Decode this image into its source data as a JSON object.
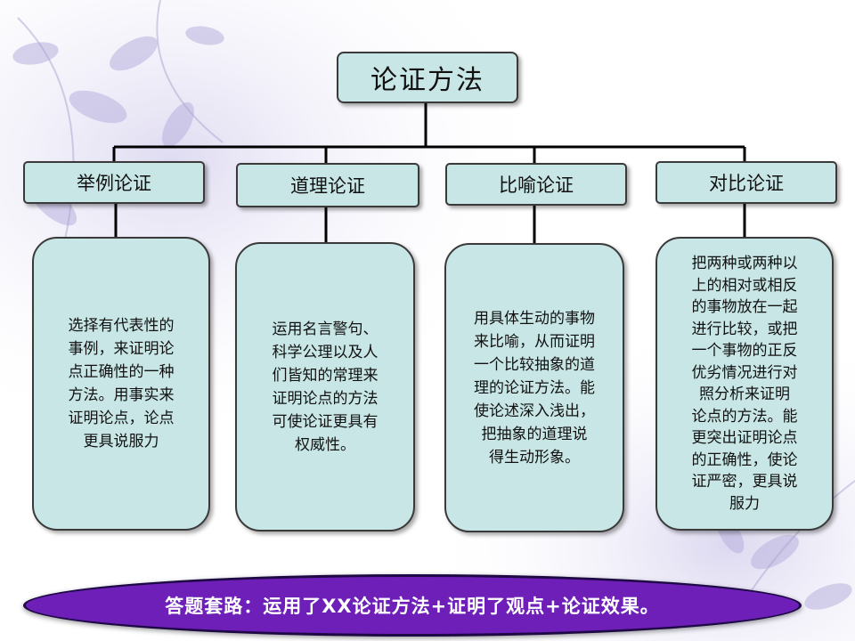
{
  "diagram": {
    "root": "论证方法",
    "categories": [
      {
        "label": "举例论证",
        "description": "选择有代表性的\n事例，来证明论\n点正确性的一种\n方法。用事实来\n证明论点，论点\n更具说服力"
      },
      {
        "label": "道理论证",
        "description": "运用名言警句、\n科学公理以及人\n们皆知的常理来\n证明论点的方法\n可使论证更具有\n权威性。"
      },
      {
        "label": "比喻论证",
        "description": "用具体生动的事物\n来比喻，从而证明\n一个比较抽象的道\n理的论证方法。能\n使论述深入浅出，\n把抽象的道理说\n得生动形象。"
      },
      {
        "label": "对比论证",
        "description": "把两种或两种以\n上的相对或相反\n的事物放在一起\n进行比较，或把\n一个事物的正反\n优劣情况进行对\n照分析来证明\n论点的方法。能\n更突出证明论点\n的正确性，使论\n证严密，更具说\n服力"
      }
    ]
  },
  "banner": {
    "text": "答题套路：运用了XX论证方法+证明了观点+论证效果。"
  },
  "colors": {
    "box_fill": "#c9e6e6",
    "border": "#3a3a3a",
    "banner_fill": "#6d1fb8",
    "banner_border": "#1e0845",
    "connector": "#000000"
  }
}
